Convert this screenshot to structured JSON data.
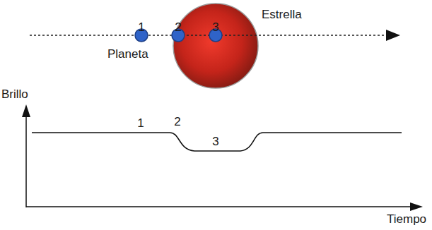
{
  "diagram": {
    "labels": [
      "1",
      "2",
      "3",
      "Estrella",
      "Planeta",
      "Brillo",
      "1",
      "2",
      "3",
      "Tiempo"
    ]
  }
}
